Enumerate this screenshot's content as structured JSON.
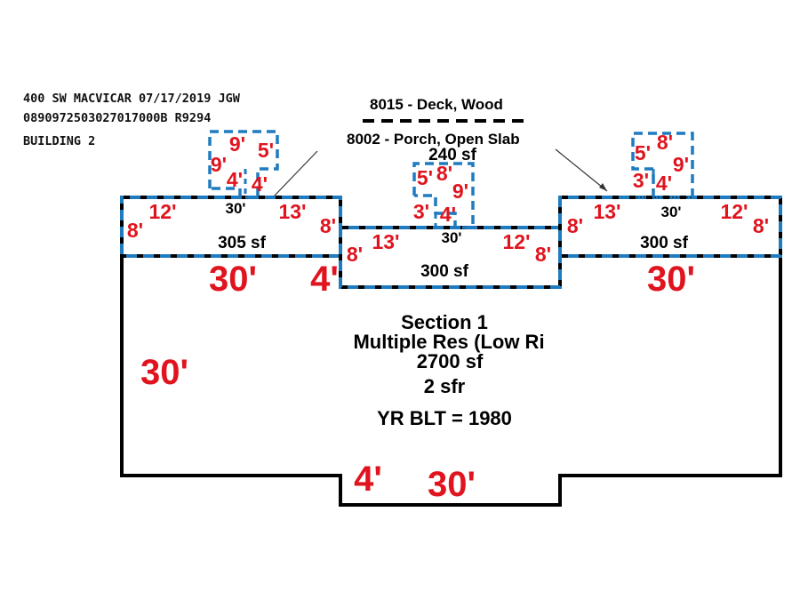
{
  "header": {
    "line1": "400 SW MACVICAR   07/17/2019   JGW",
    "line2": "0890972503027017000B  R9294",
    "line3": "BUILDING 2"
  },
  "legend": {
    "deck": "8015 - Deck, Wood",
    "porch": "8002 - Porch, Open Slab"
  },
  "main_section": {
    "name": "Section 1",
    "use": "Multiple Res (Low Ri",
    "area": "2700 sf",
    "units": "2 sfr",
    "year_built": "YR BLT = 1980"
  },
  "areas": {
    "left_porch": "305 sf",
    "center_porch": "300 sf",
    "right_porch": "300 sf",
    "center_deck": "240 sf"
  },
  "dimensions": {
    "main_top_left": "30'",
    "main_top_right": "30'",
    "main_left": "30'",
    "notch_top": "4'",
    "notch_bottom": "4'",
    "main_bottom": "30'",
    "left_porch_left": "8'",
    "left_porch_left_top": "12'",
    "left_porch_top": "30'",
    "left_porch_right_top": "13'",
    "left_porch_right": "8'",
    "left_deck_top_left": "9'",
    "left_deck_top_right": "5'",
    "left_deck_left": "9'",
    "left_deck_bottom_left": "4'",
    "left_deck_bottom_right": "4'",
    "center_porch_left": "8'",
    "center_porch_left_top": "13'",
    "center_porch_top": "30'",
    "center_porch_right_top": "12'",
    "center_porch_right": "8'",
    "center_deck_left_top": "5'",
    "center_deck_top": "8'",
    "center_deck_right": "9'",
    "center_deck_left": "3'",
    "center_deck_bottom": "4'",
    "right_porch_left": "8'",
    "right_porch_left_top": "13'",
    "right_porch_top": "30'",
    "right_porch_right_top": "12'",
    "right_porch_right": "8'",
    "right_deck_left_top": "5'",
    "right_deck_top": "8'",
    "right_deck_right": "9'",
    "right_deck_left": "3'",
    "right_deck_bottom": "4'"
  },
  "colors": {
    "outline": "#000000",
    "dashed_blue": "#1f7bc0",
    "dimension_red": "#e0141e"
  }
}
